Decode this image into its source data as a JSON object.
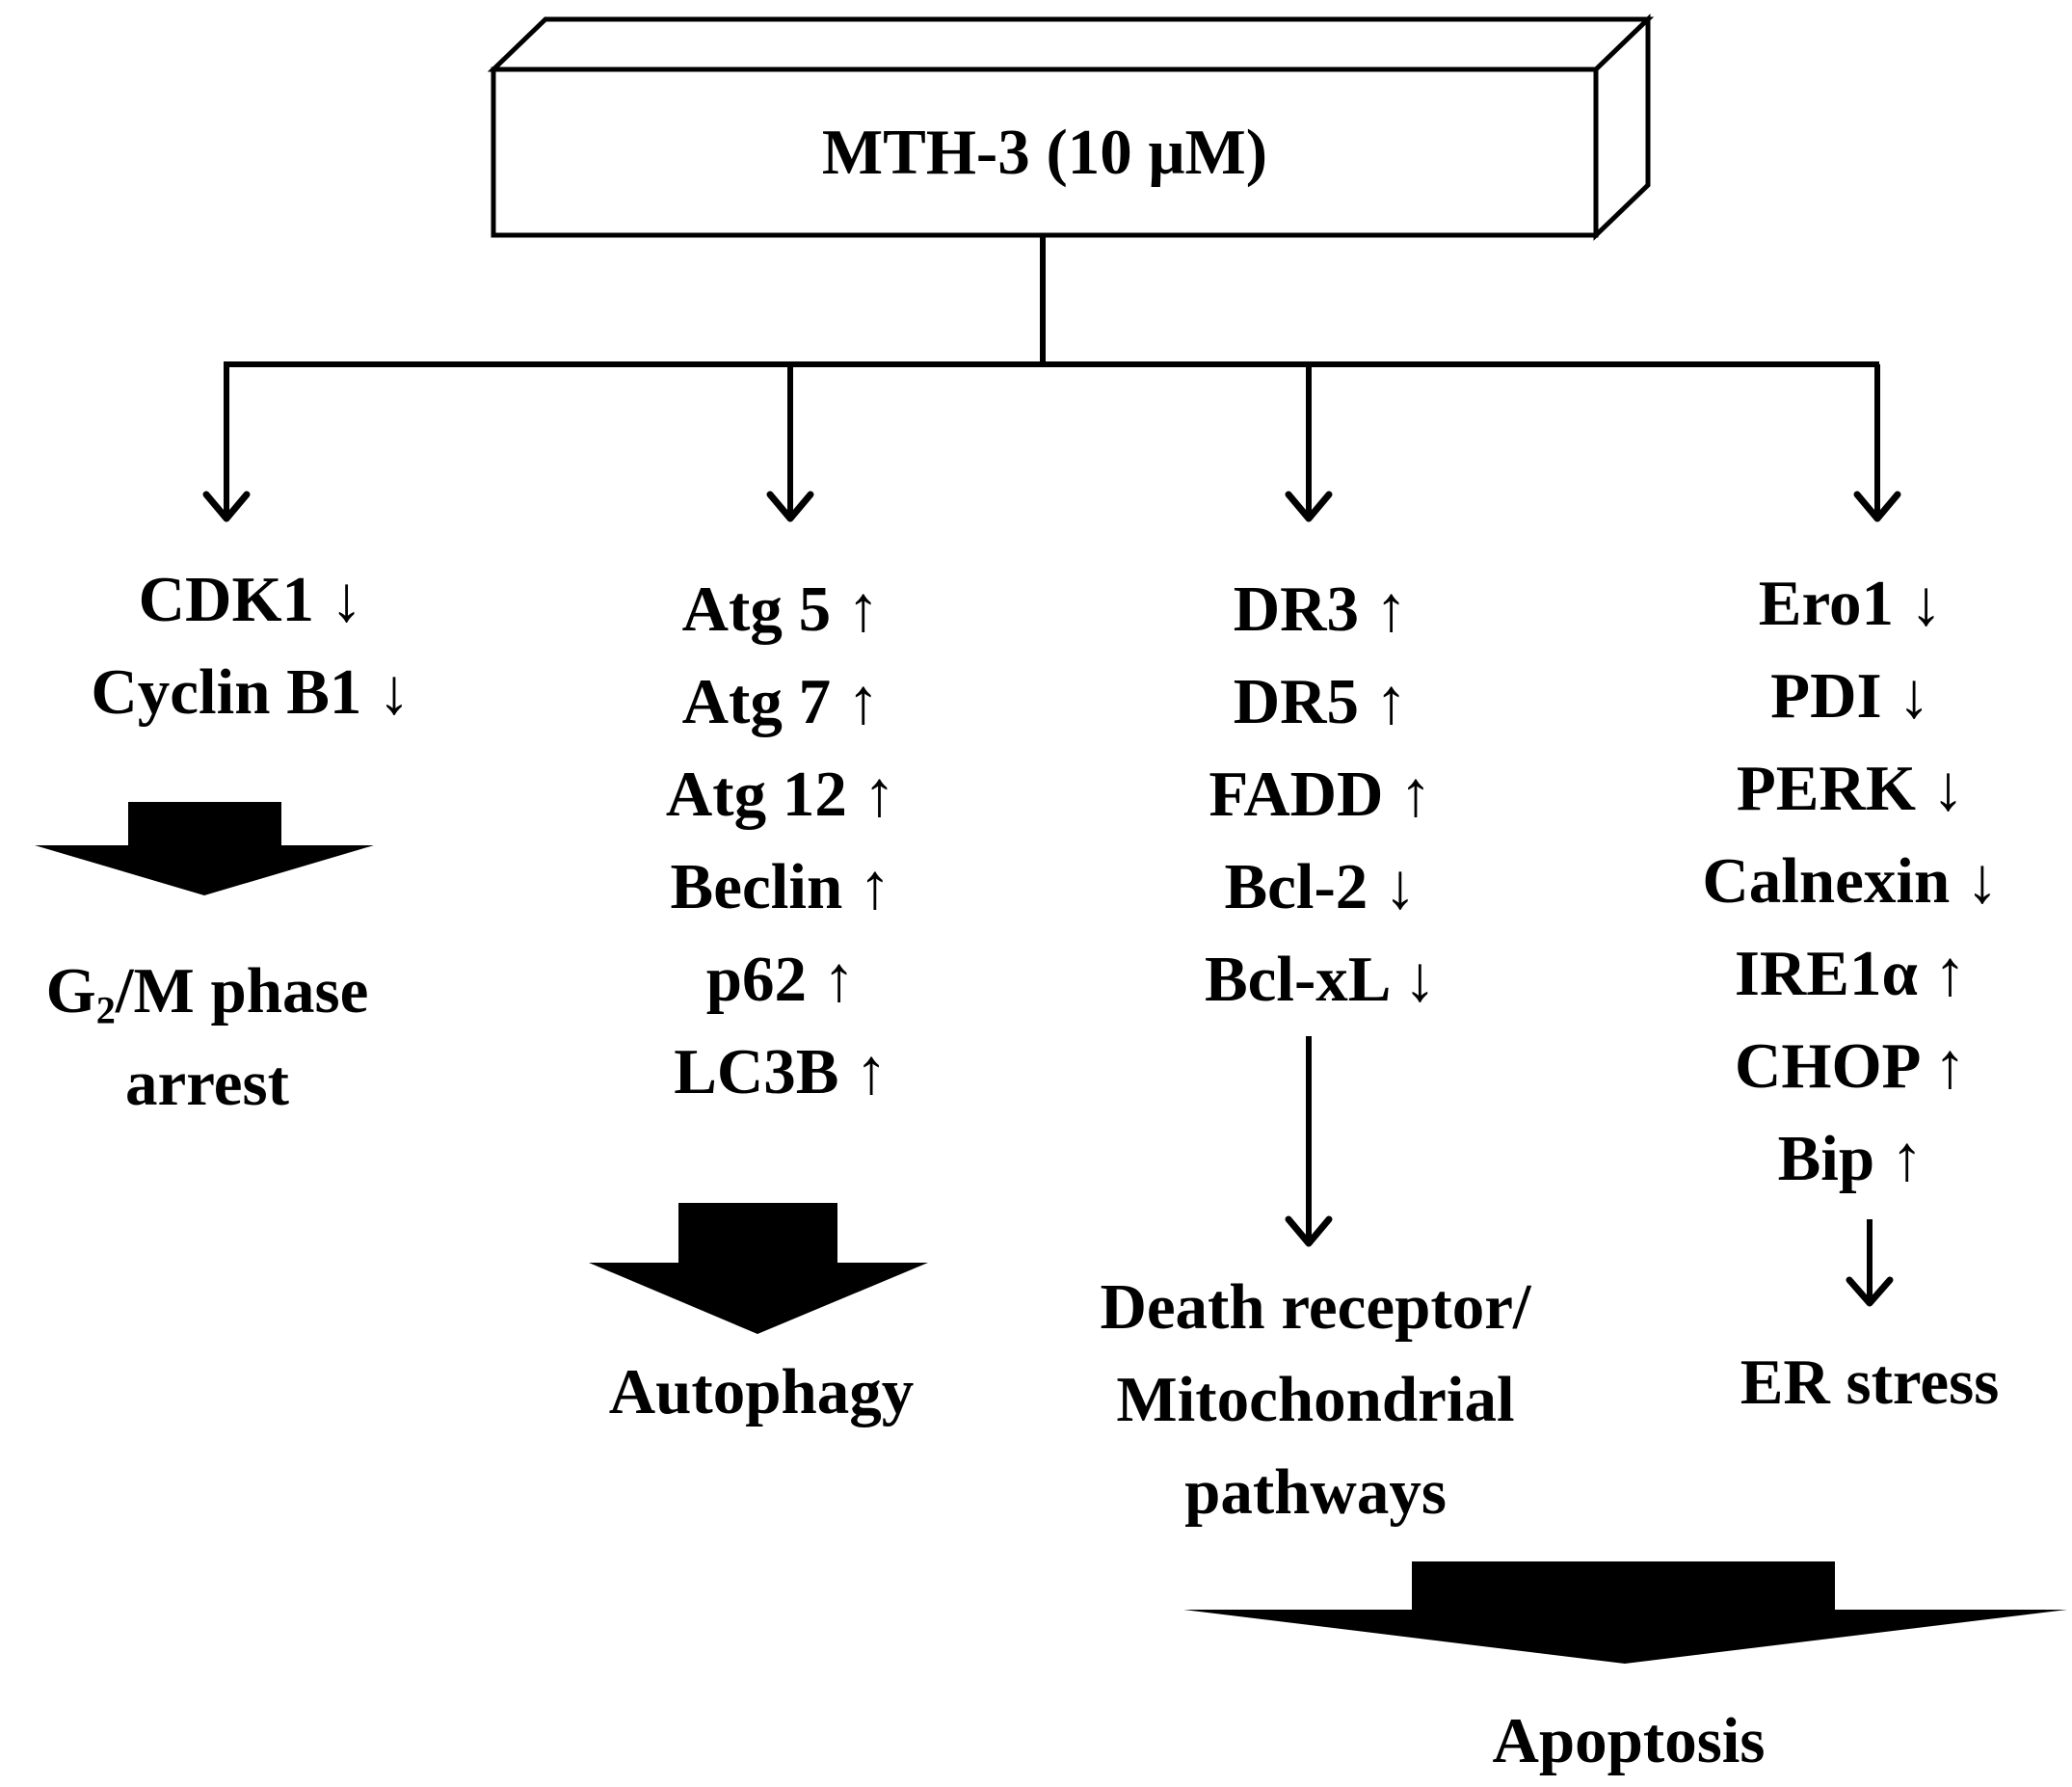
{
  "treatment": {
    "label": "MTH-3 (10 μM)"
  },
  "branches": [
    {
      "markers": [
        "CDK1 ↓",
        "Cyclin B1 ↓"
      ],
      "outcome": {
        "prefix": "G",
        "subscript": "2",
        "suffix": "/M phase",
        "line2": "arrest"
      }
    },
    {
      "markers": [
        "Atg 5 ↑",
        "Atg 7 ↑",
        "Atg 12 ↑",
        "Beclin ↑",
        "p62 ↑",
        "LC3B ↑"
      ],
      "outcome": {
        "lines": [
          "Autophagy"
        ]
      }
    },
    {
      "markers": [
        "DR3 ↑",
        "DR5 ↑",
        "FADD ↑",
        "Bcl-2 ↓",
        "Bcl-xL ↓"
      ],
      "outcome": {
        "lines": [
          "Death receptor/",
          "Mitochondrial",
          "pathways"
        ]
      }
    },
    {
      "markers": [
        "Ero1 ↓",
        "PDI ↓",
        "PERK ↓",
        "Calnexin ↓",
        "IRE1α ↑",
        "CHOP ↑",
        "Bip ↑"
      ],
      "outcome": {
        "lines": [
          "ER stress"
        ]
      }
    }
  ],
  "final_outcome": {
    "label": "Apoptosis"
  }
}
